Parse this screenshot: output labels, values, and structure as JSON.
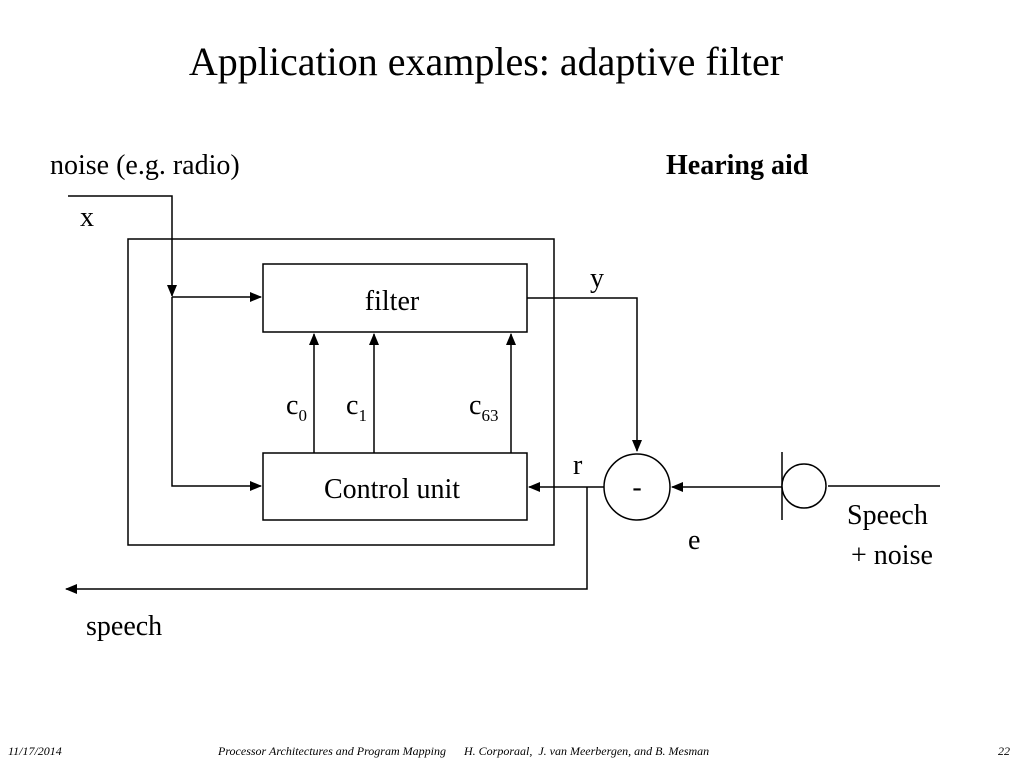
{
  "slide": {
    "title": "Application examples: adaptive filter"
  },
  "diagram": {
    "noise_label": "noise (e.g. radio)",
    "heading": "Hearing aid",
    "x_label": "x",
    "y_label": "y",
    "filter_label": "filter",
    "control_label": "Control unit",
    "coefficients": [
      {
        "base": "c",
        "sub": "0"
      },
      {
        "base": "c",
        "sub": "1"
      },
      {
        "base": "c",
        "sub": "63"
      }
    ],
    "r_label": "r",
    "subtract_label": "-",
    "e_label": "e",
    "input_line1": "Speech",
    "input_line2": "+ noise",
    "output_label": "speech"
  },
  "footer": {
    "date": "11/17/2014",
    "credit": "Processor Architectures and Program Mapping      H. Corporaal,  J. van Meerbergen, and B. Mesman",
    "page": "22"
  }
}
